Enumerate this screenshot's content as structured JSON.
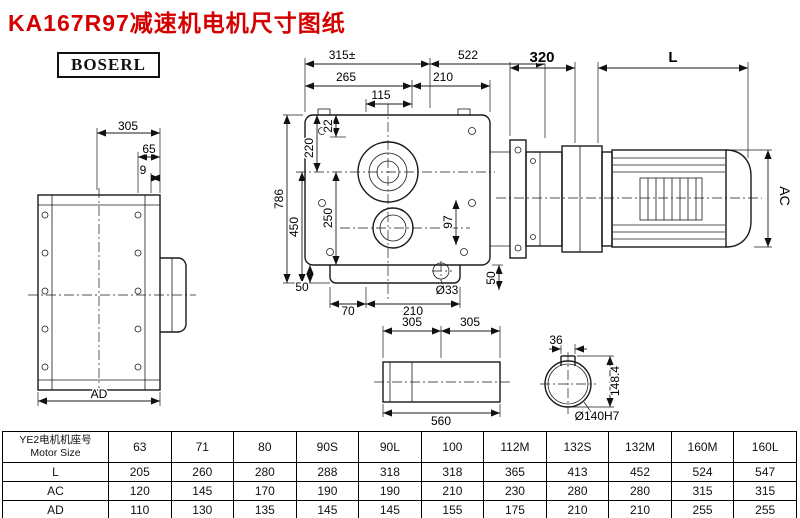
{
  "page": {
    "title": "KA167R97减速机电机尺寸图纸",
    "logo": "BOSERL"
  },
  "side": {
    "d305": "305",
    "d65": "65",
    "d9": "9",
    "ad": "AD"
  },
  "front": {
    "t1": "315±",
    "t2": "522",
    "t3": "265",
    "t4": "210",
    "t5": "115",
    "l1": "786",
    "l2": "450",
    "l3": "220",
    "l4": "250",
    "l5": "22",
    "r1": "97",
    "b1": "50",
    "b2": "70",
    "b3": "210",
    "b4": "Ø33",
    "b5": "50"
  },
  "motor": {
    "d320": "320",
    "l": "L",
    "ac": "AC"
  },
  "shaft": {
    "d305a": "305",
    "d305b": "305",
    "d560": "560"
  },
  "section": {
    "d36": "36",
    "d148": "148.4",
    "d140": "Ø140H7"
  },
  "table": {
    "row_header": {
      "line1": "YE2电机机座号",
      "line2": "Motor Size"
    },
    "sizes": [
      "63",
      "71",
      "80",
      "90S",
      "90L",
      "100",
      "112M",
      "132S",
      "132M",
      "160M",
      "160L"
    ],
    "rows": [
      {
        "label": "L",
        "values": [
          "205",
          "260",
          "280",
          "288",
          "318",
          "318",
          "365",
          "413",
          "452",
          "524",
          "547"
        ]
      },
      {
        "label": "AC",
        "values": [
          "120",
          "145",
          "170",
          "190",
          "190",
          "210",
          "230",
          "280",
          "280",
          "315",
          "315"
        ]
      },
      {
        "label": "AD",
        "values": [
          "110",
          "130",
          "135",
          "145",
          "145",
          "155",
          "175",
          "210",
          "210",
          "255",
          "255"
        ]
      }
    ]
  }
}
